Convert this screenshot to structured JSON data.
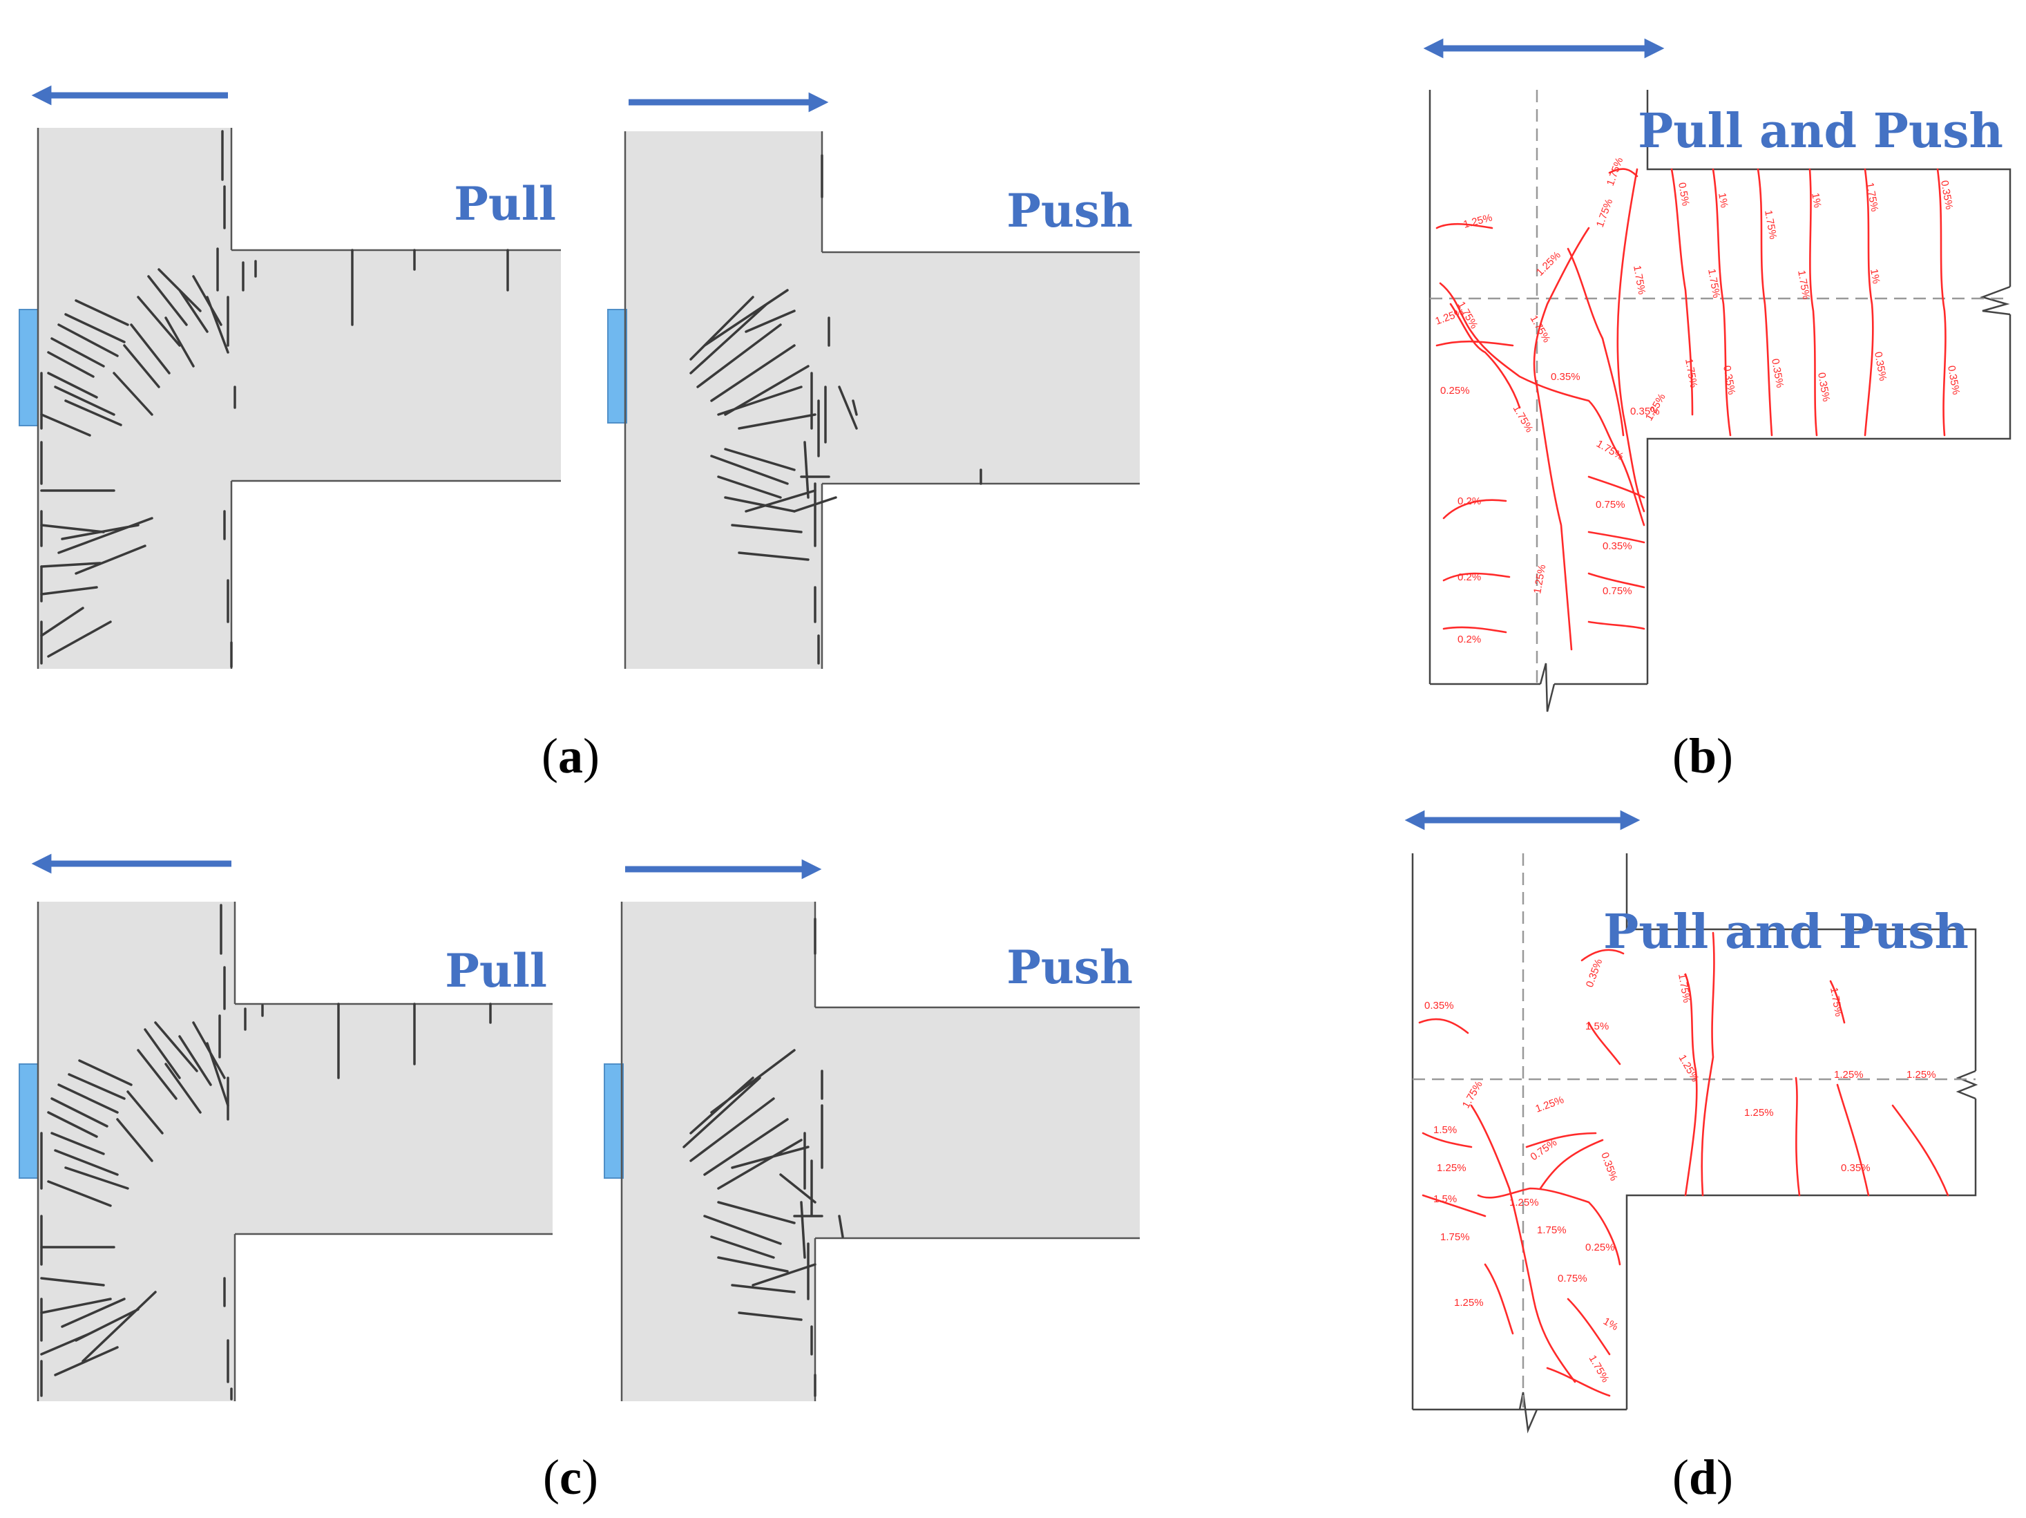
{
  "panels": {
    "a": {
      "caption": "a",
      "left": {
        "label": "Pull"
      },
      "right": {
        "label": "Push"
      }
    },
    "b": {
      "caption": "b",
      "label": "Pull and Push",
      "crack_labels": [
        "1.25%",
        "1.75%",
        "1.75%",
        "1.25%",
        "1.25%",
        "0.25%",
        "1.75%",
        "0.35%",
        "0.35%",
        "1.75%",
        "1.75%",
        "0.2%",
        "0.75%",
        "0.2%",
        "1.25%",
        "0.35%",
        "0.2%",
        "0.75%",
        "1.25%",
        "1.75%",
        "0.5%",
        "1%",
        "1.75%",
        "1%",
        "1.75%",
        "0.35%",
        "1.75%",
        "1.75%",
        "1.75%",
        "1%",
        "1.75%",
        "0.35%",
        "0.35%",
        "0.35%",
        "0.35%",
        "0.35%"
      ]
    },
    "c": {
      "caption": "c",
      "left": {
        "label": "Pull"
      },
      "right": {
        "label": "Push"
      }
    },
    "d": {
      "caption": "d",
      "label": "Pull and Push",
      "crack_labels": [
        "0.35%",
        "0.35%",
        "1.5%",
        "1.75%",
        "1.5%",
        "1.25%",
        "0.75%",
        "1.25%",
        "0.35%",
        "1.5%",
        "1.25%",
        "1.75%",
        "1.75%",
        "0.25%",
        "0.75%",
        "1.25%",
        "1%",
        "1.75%",
        "1.75%",
        "1.75%",
        "1.25%",
        "1.25%",
        "1.25%",
        "1.25%",
        "0.35%"
      ]
    }
  },
  "colors": {
    "arrow": "#4472C4",
    "joint_fill": "#e1e1e1",
    "crack_gray": "#3a3a3a",
    "crack_red": "#ff2a2a",
    "support_plate": "#70b8ef"
  }
}
